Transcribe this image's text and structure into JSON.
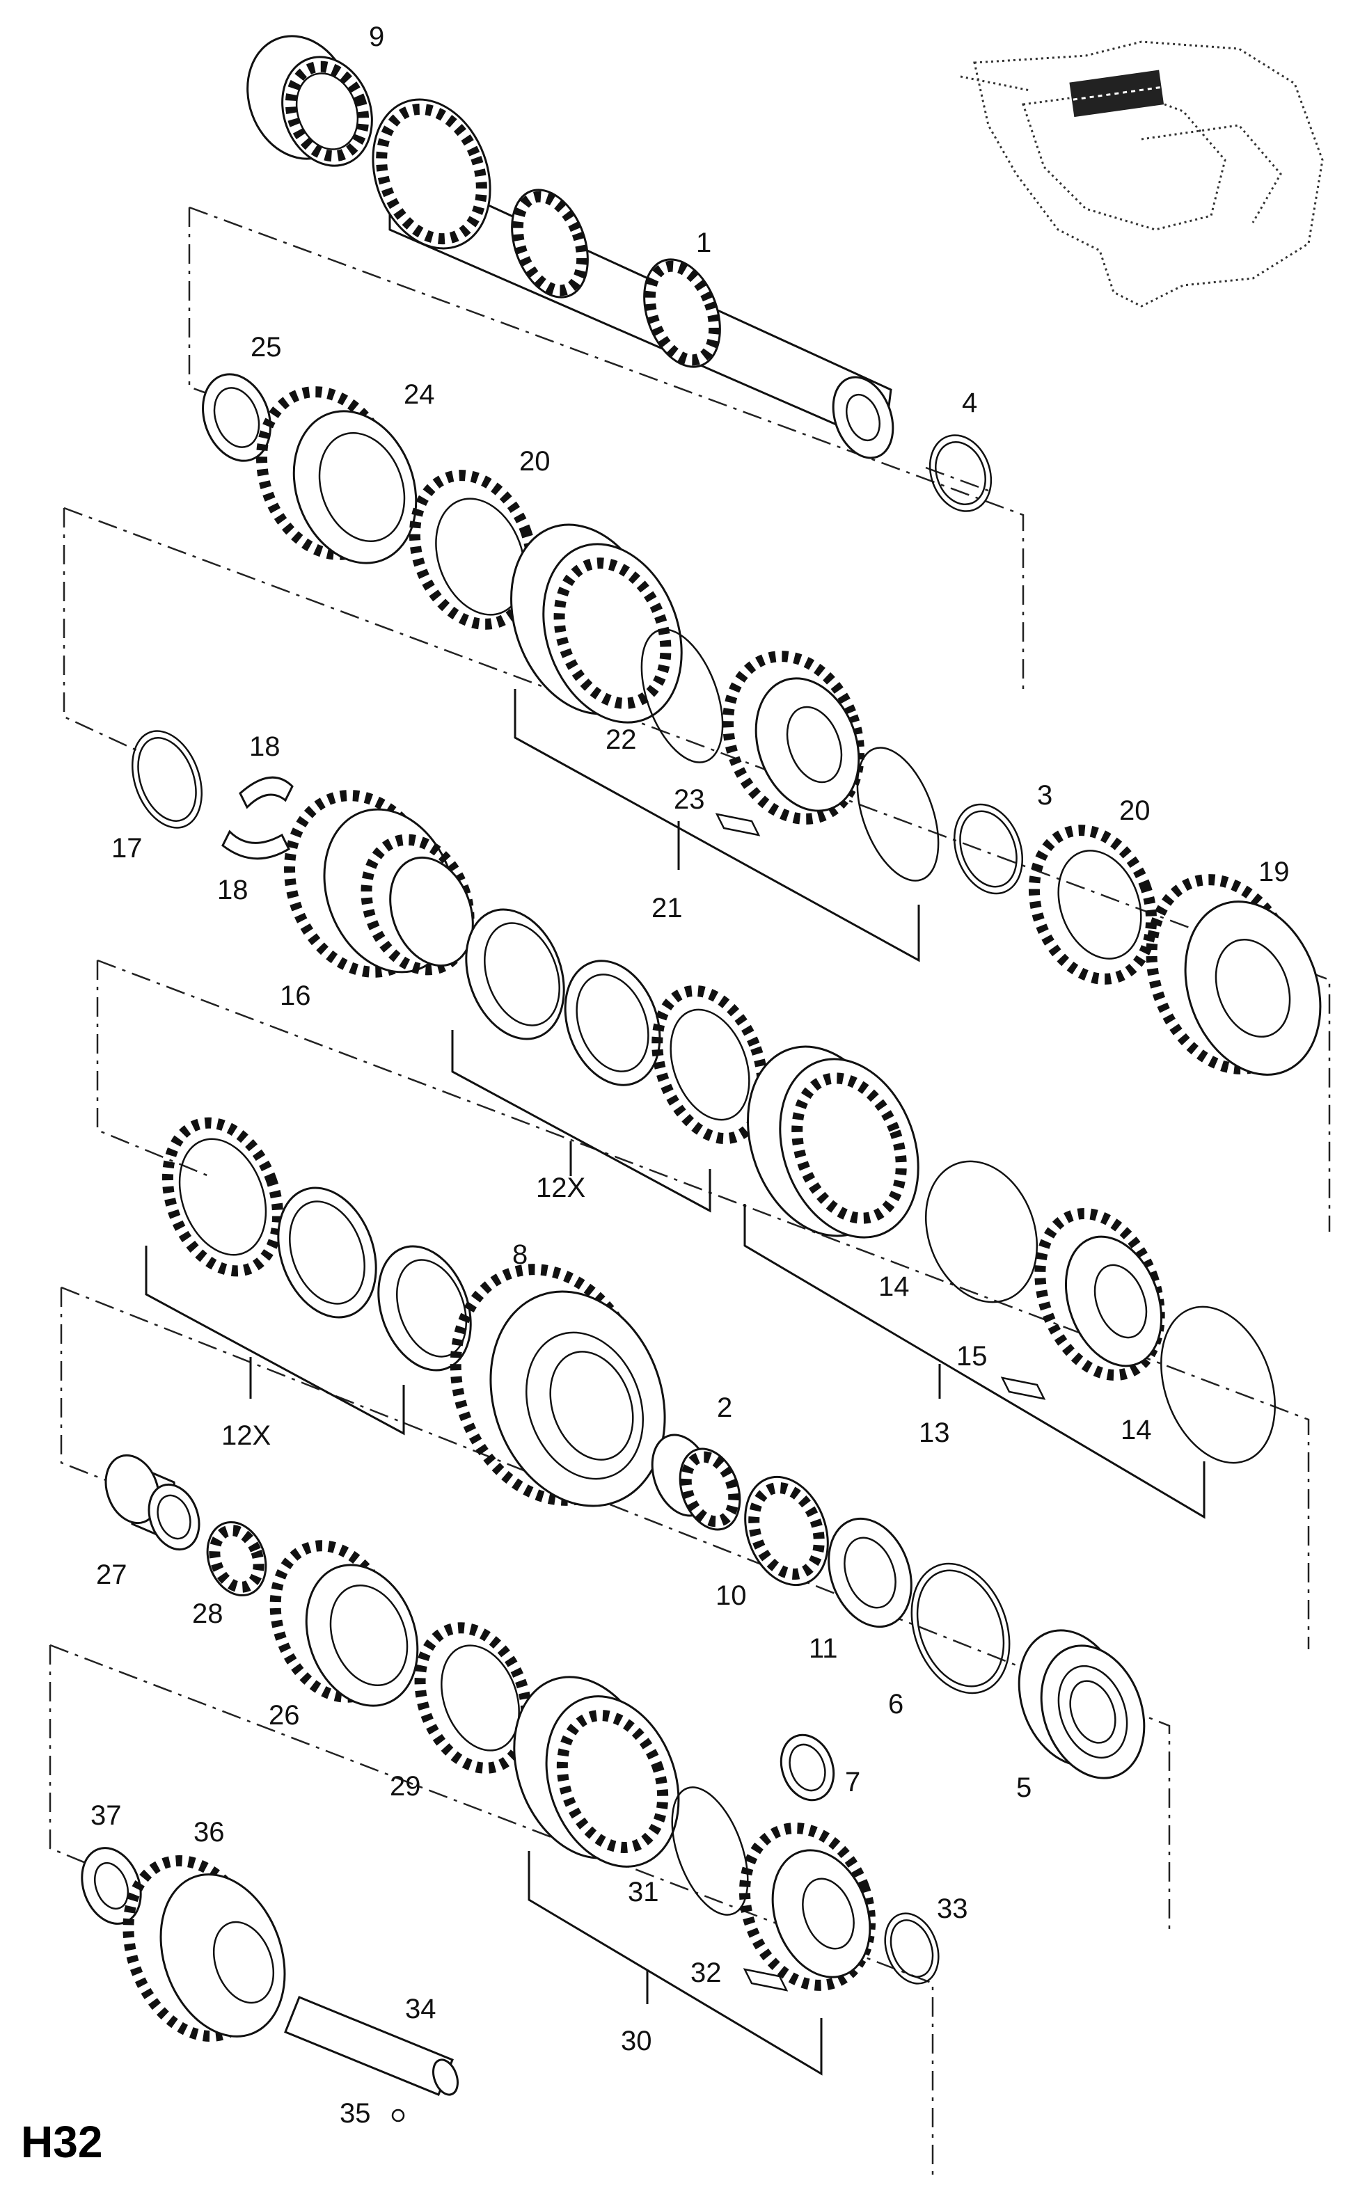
{
  "diagram_code": "H32",
  "labels": [
    "9",
    "1",
    "4",
    "25",
    "24",
    "20",
    "22",
    "23",
    "21",
    "3",
    "20",
    "19",
    "17",
    "18",
    "18",
    "16",
    "12X",
    "14",
    "15",
    "13",
    "14",
    "8",
    "2",
    "12X",
    "27",
    "28",
    "10",
    "11",
    "6",
    "5",
    "26",
    "29",
    "7",
    "37",
    "36",
    "31",
    "33",
    "32",
    "30",
    "34",
    "35"
  ],
  "icon": "gearbox-assembly-icon"
}
